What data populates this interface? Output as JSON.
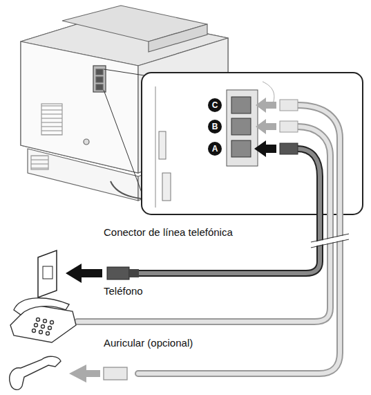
{
  "diagram": {
    "nodes": [
      {
        "text": [
          "C"
        ]
      },
      {
        "text": [
          "B"
        ]
      },
      {
        "text": [
          "A"
        ]
      }
    ],
    "labels": [
      "Conector de línea telefónica",
      "Teléfono",
      "Auricular (opcional)"
    ]
  }
}
